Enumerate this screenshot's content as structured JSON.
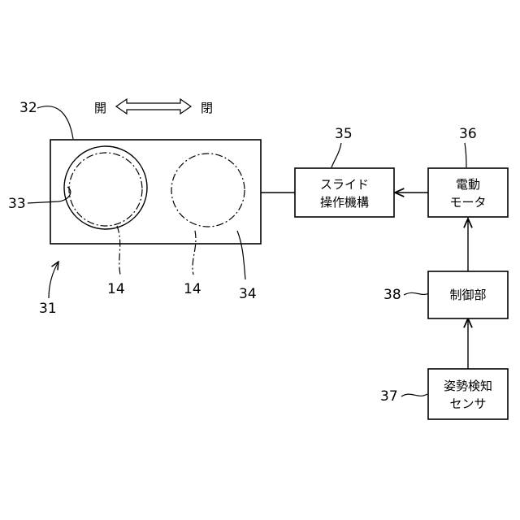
{
  "refs": {
    "r31": "31",
    "r32": "32",
    "r33": "33",
    "r34": "34",
    "r14a": "14",
    "r14b": "14",
    "r35": "35",
    "r36": "36",
    "r37": "37",
    "r38": "38"
  },
  "open_left": "開",
  "open_right": "閉",
  "blocks": {
    "slide": {
      "line1": "スライド",
      "line2": "操作機構"
    },
    "motor": {
      "line1": "電動",
      "line2": "モータ"
    },
    "control": {
      "line1": "制御部"
    },
    "sensor": {
      "line1": "姿勢検知",
      "line2": "センサ"
    }
  }
}
